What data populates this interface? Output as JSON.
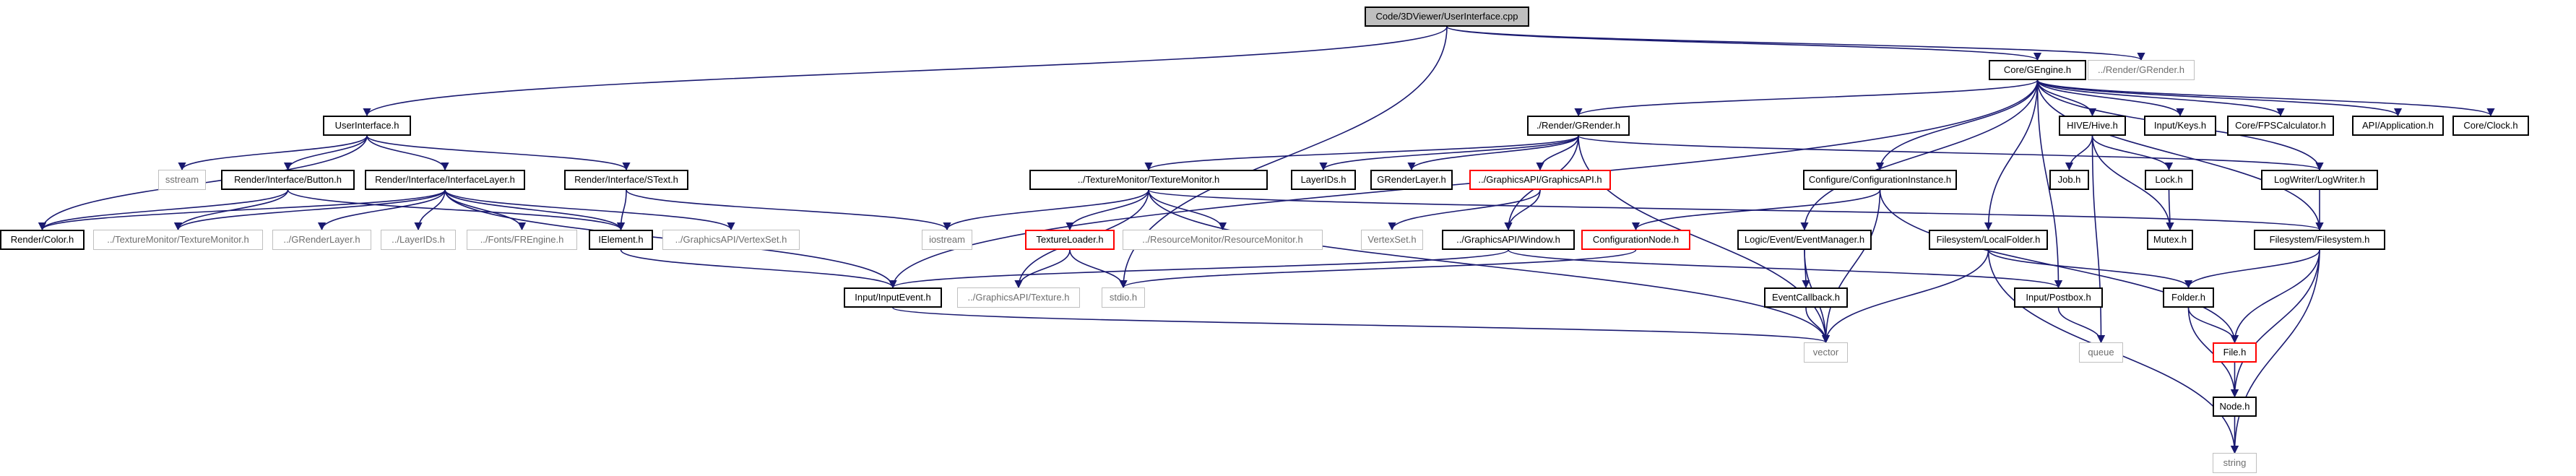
{
  "diagram": {
    "nodes": {
      "root": "Code/3DViewer/UserInterface.cpp",
      "ui_h": "UserInterface.h",
      "core_engine": "Core/GEngine.h",
      "render_grender_ext": "../Render/GRender.h",
      "sstream": "sstream",
      "button": "Render/Interface/Button.h",
      "iface_layer": "Render/Interface/InterfaceLayer.h",
      "stext": "Render/Interface/SText.h",
      "color": "Render/Color.h",
      "tm_ext": "../TextureMonitor/TextureMonitor.h",
      "grenderlayer_ext": "../GRenderLayer.h",
      "layerids_ext": "../LayerIDs.h",
      "frengine": "../Fonts/FREngine.h",
      "ielement": "IElement.h",
      "vertexset_ext": "../GraphicsAPI/VertexSet.h",
      "input_event": "Input/InputEvent.h",
      "iostream": "iostream",
      "texture": "../GraphicsAPI/Texture.h",
      "stdio": "stdio.h",
      "grender": "./Render/GRender.h",
      "tm": "../TextureMonitor/TextureMonitor.h",
      "layerids": "LayerIDs.h",
      "grenderlayer": "GRenderLayer.h",
      "graphicsapi": "../GraphicsAPI/GraphicsAPI.h",
      "textureloader": "TextureLoader.h",
      "resmon": "../ResourceMonitor/ResourceMonitor.h",
      "vertexset": "VertexSet.h",
      "window": "../GraphicsAPI/Window.h",
      "confnode": "ConfigurationNode.h",
      "vector": "vector",
      "confinst": "Configure/ConfigurationInstance.h",
      "eventmgr": "Logic/Event/EventManager.h",
      "eventcb": "EventCallback.h",
      "localfolder": "Filesystem/LocalFolder.h",
      "postbox": "Input/Postbox.h",
      "queue": "queue",
      "string": "string",
      "hive": "HIVE/Hive.h",
      "job": "Job.h",
      "lock": "Lock.h",
      "mutex": "Mutex.h",
      "keys": "Input/Keys.h",
      "fps": "Core/FPSCalculator.h",
      "app": "API/Application.h",
      "clock": "Core/Clock.h",
      "logwriter": "LogWriter/LogWriter.h",
      "filesystem": "Filesystem/Filesystem.h",
      "folder": "Folder.h",
      "file": "File.h",
      "node": "Node.h"
    },
    "edge_color": "#191970",
    "edges": [
      [
        "root",
        "ui_h"
      ],
      [
        "root",
        "core_engine"
      ],
      [
        "root",
        "render_grender_ext"
      ],
      [
        "root",
        "stdio"
      ],
      [
        "ui_h",
        "sstream"
      ],
      [
        "ui_h",
        "color"
      ],
      [
        "ui_h",
        "button"
      ],
      [
        "ui_h",
        "iface_layer"
      ],
      [
        "ui_h",
        "stext"
      ],
      [
        "button",
        "tm_ext"
      ],
      [
        "button",
        "color"
      ],
      [
        "button",
        "ielement"
      ],
      [
        "iface_layer",
        "color"
      ],
      [
        "iface_layer",
        "tm_ext"
      ],
      [
        "iface_layer",
        "grenderlayer_ext"
      ],
      [
        "iface_layer",
        "layerids_ext"
      ],
      [
        "iface_layer",
        "frengine"
      ],
      [
        "iface_layer",
        "ielement"
      ],
      [
        "iface_layer",
        "vertexset_ext"
      ],
      [
        "iface_layer",
        "input_event"
      ],
      [
        "stext",
        "ielement"
      ],
      [
        "stext",
        "iostream"
      ],
      [
        "ielement",
        "input_event"
      ],
      [
        "input_event",
        "vector"
      ],
      [
        "core_engine",
        "grender"
      ],
      [
        "core_engine",
        "input_event"
      ],
      [
        "core_engine",
        "confinst"
      ],
      [
        "core_engine",
        "eventmgr"
      ],
      [
        "core_engine",
        "localfolder"
      ],
      [
        "core_engine",
        "postbox"
      ],
      [
        "core_engine",
        "hive"
      ],
      [
        "core_engine",
        "keys"
      ],
      [
        "core_engine",
        "fps"
      ],
      [
        "core_engine",
        "app"
      ],
      [
        "core_engine",
        "clock"
      ],
      [
        "core_engine",
        "logwriter"
      ],
      [
        "core_engine",
        "filesystem"
      ],
      [
        "grender",
        "tm"
      ],
      [
        "grender",
        "layerids"
      ],
      [
        "grender",
        "grenderlayer"
      ],
      [
        "grender",
        "graphicsapi"
      ],
      [
        "grender",
        "window"
      ],
      [
        "grender",
        "logwriter"
      ],
      [
        "grender",
        "vector"
      ],
      [
        "tm",
        "iostream"
      ],
      [
        "tm",
        "textureloader"
      ],
      [
        "tm",
        "resmon"
      ],
      [
        "tm",
        "texture"
      ],
      [
        "tm",
        "filesystem"
      ],
      [
        "tm",
        "vector"
      ],
      [
        "textureloader",
        "texture"
      ],
      [
        "textureloader",
        "stdio"
      ],
      [
        "graphicsapi",
        "vertexset"
      ],
      [
        "graphicsapi",
        "window"
      ],
      [
        "window",
        "input_event"
      ],
      [
        "window",
        "postbox"
      ],
      [
        "confinst",
        "confnode"
      ],
      [
        "confinst",
        "vector"
      ],
      [
        "confinst",
        "file"
      ],
      [
        "confnode",
        "stdio"
      ],
      [
        "eventmgr",
        "eventcb"
      ],
      [
        "eventmgr",
        "vector"
      ],
      [
        "eventcb",
        "vector"
      ],
      [
        "localfolder",
        "folder"
      ],
      [
        "localfolder",
        "vector"
      ],
      [
        "localfolder",
        "string"
      ],
      [
        "postbox",
        "queue"
      ],
      [
        "hive",
        "job"
      ],
      [
        "hive",
        "lock"
      ],
      [
        "hive",
        "mutex"
      ],
      [
        "hive",
        "queue"
      ],
      [
        "lock",
        "mutex"
      ],
      [
        "logwriter",
        "filesystem"
      ],
      [
        "filesystem",
        "folder"
      ],
      [
        "filesystem",
        "file"
      ],
      [
        "filesystem",
        "node"
      ],
      [
        "filesystem",
        "string"
      ],
      [
        "folder",
        "file"
      ],
      [
        "folder",
        "node"
      ],
      [
        "file",
        "node"
      ],
      [
        "node",
        "string"
      ]
    ]
  }
}
